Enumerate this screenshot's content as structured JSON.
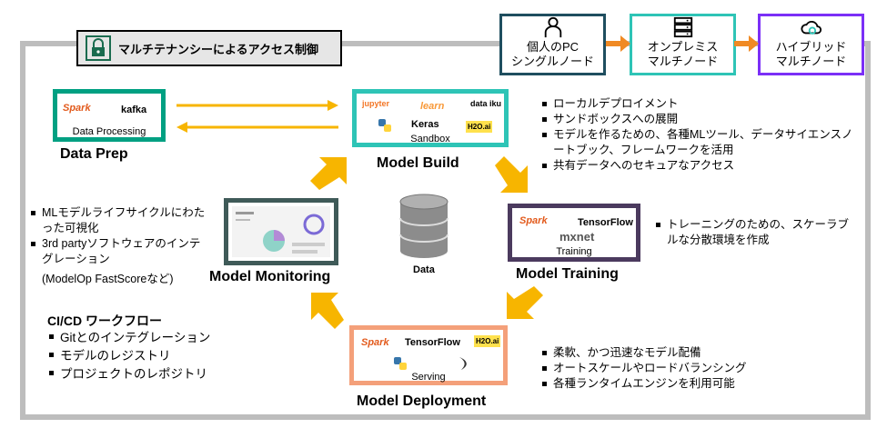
{
  "title": "マルチテナンシーによるアクセス制御",
  "environments": [
    {
      "line1": "個人のPC",
      "line2": "シングルノード",
      "color": "#1f4e5f",
      "icon": "person-icon"
    },
    {
      "line1": "オンプレミス",
      "line2": "マルチノード",
      "color": "#2ec4b6",
      "icon": "server-icon"
    },
    {
      "line1": "ハイブリッド",
      "line2": "マルチノード",
      "color": "#7b2ff7",
      "icon": "cloud-gear-icon"
    }
  ],
  "stages": {
    "data_prep": {
      "label": "Data Prep",
      "sub": "Data Processing",
      "logos": [
        "Spark",
        "kafka"
      ],
      "color": "#00a082"
    },
    "model_build": {
      "label": "Model Build",
      "sub": "Sandbox",
      "logos": [
        "jupyter",
        "learn",
        "data iku",
        "Keras",
        "H2O.ai"
      ],
      "color": "#2ec4b6"
    },
    "model_training": {
      "label": "Model Training",
      "sub": "Training",
      "logos": [
        "Spark",
        "TensorFlow",
        "mxnet"
      ],
      "color": "#4b3a5e"
    },
    "model_deployment": {
      "label": "Model Deployment",
      "sub": "Serving",
      "logos": [
        "Spark",
        "TensorFlow",
        "H2O.ai"
      ],
      "color": "#f4a07a"
    },
    "model_monitoring": {
      "label": "Model Monitoring",
      "color": "#3f5a58"
    },
    "data": {
      "label": "Data"
    }
  },
  "build_bullets": [
    "ローカルデプロイメント",
    "サンドボックスへの展開",
    "モデルを作るための、各種MLツール、データサイエンスノートブック、フレームワークを活用",
    "共有データへのセキュアなアクセス"
  ],
  "training_bullets": [
    "トレーニングのための、スケーラブルな分散環境を作成"
  ],
  "deployment_bullets": [
    "柔軟、かつ迅速なモデル配備",
    "オートスケールやロードバランシング",
    "各種ランタイムエンジンを利用可能"
  ],
  "monitoring_bullets": [
    "MLモデルライフサイクルにわたった可視化",
    "3rd partyソフトウェアのインテグレーション"
  ],
  "monitoring_note": "(ModelOp FastScoreなど)",
  "cicd": {
    "title": "CI/CD ワークフロー",
    "items": [
      "Gitとのインテグレーション",
      "モデルのレジストリ",
      "プロジェクトのレポジトリ"
    ]
  },
  "colors": {
    "arrow": "#f7b500",
    "env_arrow": "#f08a24",
    "frame": "#bdbdbd"
  }
}
